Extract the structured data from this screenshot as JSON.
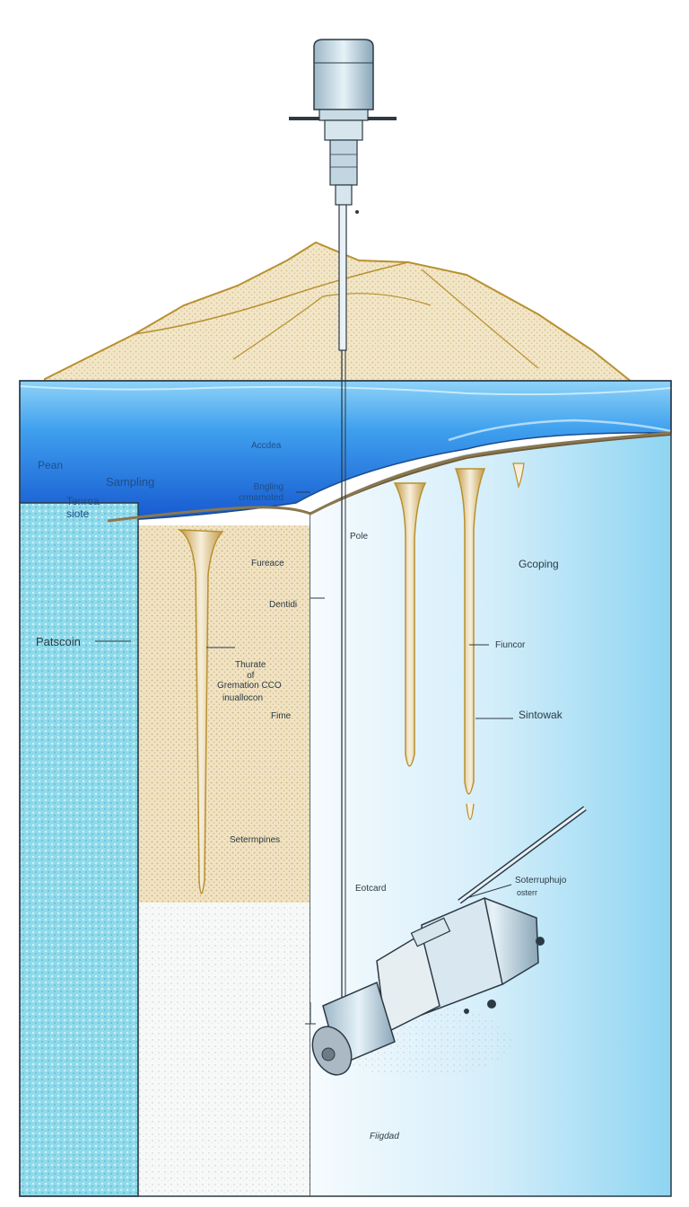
{
  "labels": {
    "pean": "Pean",
    "sampling": "Sampling",
    "tenroa_siote": "Tenroa\nsiote",
    "accdea": "Accdea",
    "bngling_crmamoted": "Bngling\ncrmamoted",
    "pole": "Pole",
    "fureace": "Fureace",
    "dentidi": "Dentidi",
    "gcoping": "Gcoping",
    "patscoin": "Patscoin",
    "fiuncor": "Fiuncor",
    "thurate_of": "Thurate\nof",
    "gremation_cco": "Gremation CCO",
    "inuallocon": "inuallocon",
    "fime": "Fime",
    "sintowak": "Sintowak",
    "setermpines": "Setermpines",
    "eotcard": "Eotcard",
    "soterruphujo": "Soterruphujo",
    "osterr": "osterr",
    "fiigdad": "Fiigdad"
  },
  "colors": {
    "water_surface": "#39a6ea",
    "water_deep": "#1a63d6",
    "sand": "#c9a24f",
    "sediment_left": "#8fd9ea",
    "right_water": "#bde6f7",
    "outline": "#2c3a44"
  }
}
